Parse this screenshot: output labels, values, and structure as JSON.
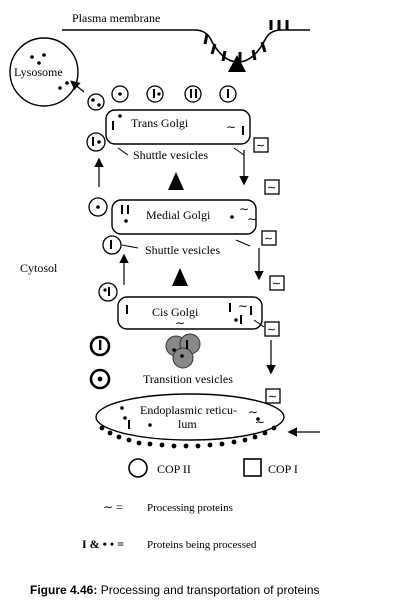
{
  "labels": {
    "plasma_membrane": "Plasma membrane",
    "lysosome": "Lysosome",
    "trans_golgi": "Trans Golgi",
    "shuttle_vesicles_1": "Shuttle vesicles",
    "medial_golgi": "Medial Golgi",
    "shuttle_vesicles_2": "Shuttle vesicles",
    "cytosol": "Cytosol",
    "cis_golgi": "Cis Golgi",
    "transition_vesicles": "Transition vesicles",
    "er_line1": "Endoplasmic reticu-",
    "er_line2": "lum"
  },
  "legend": {
    "cop2": "COP II",
    "cop1": "COP I",
    "processing_eq": "∼ =",
    "processing_text": "Processing proteins",
    "processed_eq": "I & • • =",
    "processed_text": "Proteins being processed"
  },
  "caption": {
    "prefix": "Figure 4.46:",
    "text": " Processing and transportation of proteins"
  }
}
